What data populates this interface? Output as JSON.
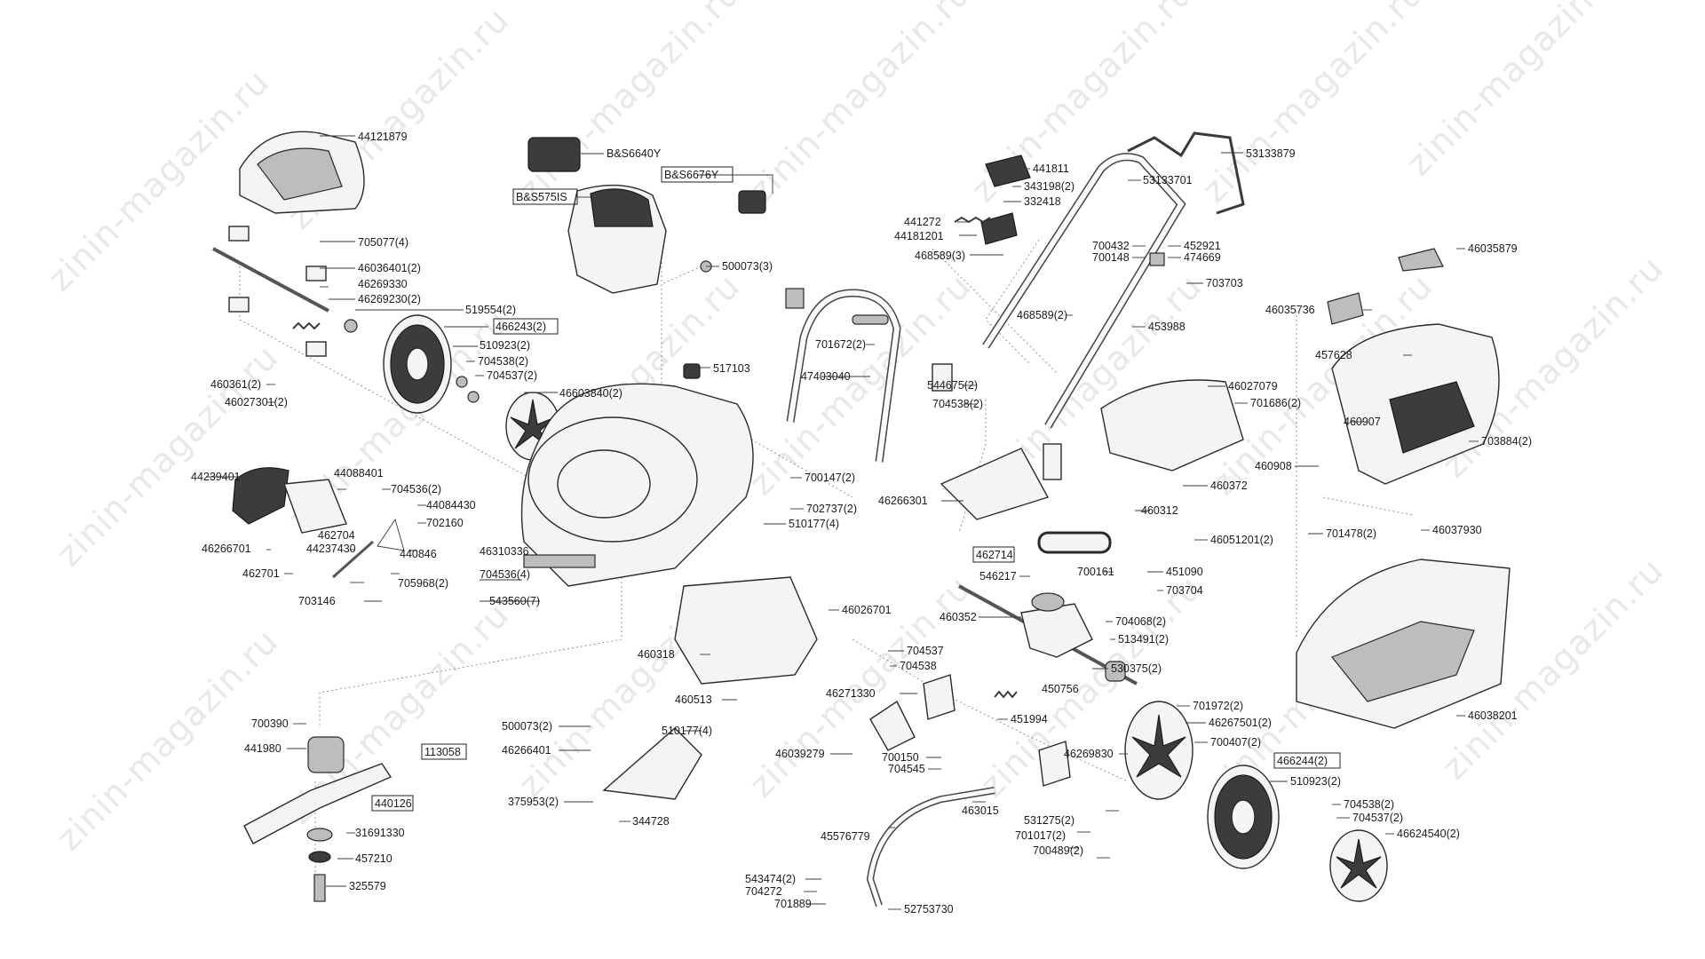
{
  "watermark": "zinin-magazin.ru",
  "labels": {
    "l44121879": "44121879",
    "l705077": "705077(4)",
    "l46036401": "46036401(2)",
    "l46269330": "46269330",
    "l46269230": "46269230(2)",
    "l519554": "519554(2)",
    "l466243": "466243(2)",
    "l510923a": "510923(2)",
    "l704538a": "704538(2)",
    "l704537a": "704537(2)",
    "l46603840": "46603840(2)",
    "l460361": "460361(2)",
    "l46027301": "46027301(2)",
    "l44239401": "44239401",
    "l44088401": "44088401",
    "l704536a": "704536(2)",
    "l44084430": "44084430",
    "l702160": "702160",
    "l462704": "462704",
    "l44237430": "44237430",
    "l440846": "440846",
    "l46266701": "46266701",
    "l46310336": "46310336",
    "l704536b": "704536(4)",
    "l462701": "462701",
    "l705968": "705968(2)",
    "l703146": "703146",
    "l543560": "543560(7)",
    "lBS6640Y": "B&S6640Y",
    "lBS6676Y": "B&S6676Y",
    "lBS575IS": "B&S575IS",
    "l500073a": "500073(3)",
    "l517103": "517103",
    "l47403040": "47403040",
    "l701672": "701672(2)",
    "l700147": "700147(2)",
    "l702737": "702737(2)",
    "l510177a": "510177(4)",
    "l441811": "441811",
    "l343198": "343198(2)",
    "l332418": "332418",
    "l441272": "441272",
    "l44181201": "44181201",
    "l468589a": "468589(3)",
    "l468589b": "468589(2)",
    "l544675": "544675(2)",
    "l704538b": "704538(2)",
    "l53133879": "53133879",
    "l53133701": "53133701",
    "l700432": "700432",
    "l700148": "700148",
    "l452921": "452921",
    "l474669": "474669",
    "l703703": "703703",
    "l453988": "453988",
    "l46035879": "46035879",
    "l46035736": "46035736",
    "l457628": "457628",
    "l46027079": "46027079",
    "l701686": "701686(2)",
    "l460907": "460907",
    "l460908": "460908",
    "l703884": "703884(2)",
    "l460372": "460372",
    "l46266301": "46266301",
    "l460312": "460312",
    "l46051201": "46051201(2)",
    "l701478": "701478(2)",
    "l46037930": "46037930",
    "l462714": "462714",
    "l546217": "546217",
    "l700161": "700161",
    "l451090": "451090",
    "l703704": "703704",
    "l460352": "460352",
    "l704068": "704068(2)",
    "l513491": "513491(2)",
    "l530375": "530375(2)",
    "l450756": "450756",
    "l451994": "451994",
    "l46026701": "46026701",
    "l460318": "460318",
    "l704537b": "704537",
    "l704538c": "704538",
    "l46271330": "46271330",
    "l460513": "460513",
    "l510177b": "510177(4)",
    "l46039279": "46039279",
    "l700150": "700150",
    "l704545": "704545",
    "l500073b": "500073(2)",
    "l46266401": "46266401",
    "l375953": "375953(2)",
    "l344728": "344728",
    "l700390": "700390",
    "l441980": "441980",
    "l113058": "113058",
    "l440126": "440126",
    "l31691330": "31691330",
    "l457210": "457210",
    "l325579": "325579",
    "l46038201": "46038201",
    "l701972": "701972(2)",
    "l46267501": "46267501(2)",
    "l700407": "700407(2)",
    "l46269830": "46269830",
    "l466244": "466244(2)",
    "l510923b": "510923(2)",
    "l704538d": "704538(2)",
    "l704537c": "704537(2)",
    "l46624540": "46624540(2)",
    "l463015": "463015",
    "l531275": "531275(2)",
    "l701017": "701017(2)",
    "l700489": "700489(2)",
    "l45576779": "45576779",
    "l543474": "543474(2)",
    "l704272": "704272",
    "l701889": "701889",
    "l52753730": "52753730"
  }
}
